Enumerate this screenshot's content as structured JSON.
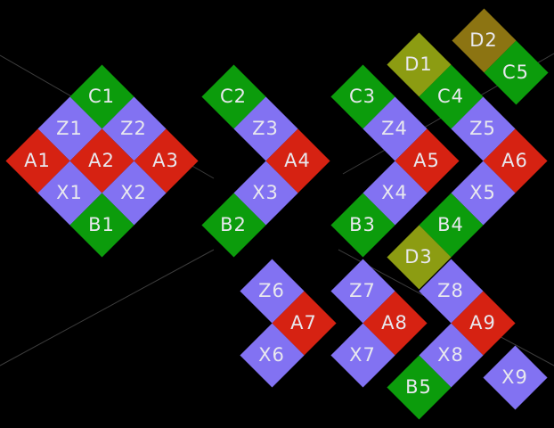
{
  "colors": {
    "green": "#0c9c0c",
    "purple": "#8272f2",
    "red": "#d62212",
    "olive": "#8c9c12",
    "brown": "#8c7412"
  },
  "cells": [
    {
      "label": "C1",
      "kind": "green"
    },
    {
      "label": "Z1",
      "kind": "purple"
    },
    {
      "label": "Z2",
      "kind": "purple"
    },
    {
      "label": "A1",
      "kind": "red"
    },
    {
      "label": "A2",
      "kind": "red"
    },
    {
      "label": "A3",
      "kind": "red"
    },
    {
      "label": "X1",
      "kind": "purple"
    },
    {
      "label": "X2",
      "kind": "purple"
    },
    {
      "label": "B1",
      "kind": "green"
    },
    {
      "label": "C2",
      "kind": "green"
    },
    {
      "label": "Z3",
      "kind": "purple"
    },
    {
      "label": "A4",
      "kind": "red"
    },
    {
      "label": "X3",
      "kind": "purple"
    },
    {
      "label": "B2",
      "kind": "green"
    },
    {
      "label": "C3",
      "kind": "green"
    },
    {
      "label": "Z4",
      "kind": "purple"
    },
    {
      "label": "A5",
      "kind": "red"
    },
    {
      "label": "X4",
      "kind": "purple"
    },
    {
      "label": "B3",
      "kind": "green"
    },
    {
      "label": "D1",
      "kind": "olive"
    },
    {
      "label": "C4",
      "kind": "green"
    },
    {
      "label": "Z5",
      "kind": "purple"
    },
    {
      "label": "A6",
      "kind": "red"
    },
    {
      "label": "X5",
      "kind": "purple"
    },
    {
      "label": "B4",
      "kind": "green"
    },
    {
      "label": "D3",
      "kind": "olive"
    },
    {
      "label": "D2",
      "kind": "brown"
    },
    {
      "label": "C5",
      "kind": "green"
    },
    {
      "label": "Z6",
      "kind": "purple"
    },
    {
      "label": "A7",
      "kind": "red"
    },
    {
      "label": "X6",
      "kind": "purple"
    },
    {
      "label": "Z7",
      "kind": "purple"
    },
    {
      "label": "A8",
      "kind": "red"
    },
    {
      "label": "X7",
      "kind": "purple"
    },
    {
      "label": "Z8",
      "kind": "purple"
    },
    {
      "label": "A9",
      "kind": "red"
    },
    {
      "label": "X8",
      "kind": "purple"
    },
    {
      "label": "B5",
      "kind": "green"
    },
    {
      "label": "X9",
      "kind": "purple"
    }
  ]
}
